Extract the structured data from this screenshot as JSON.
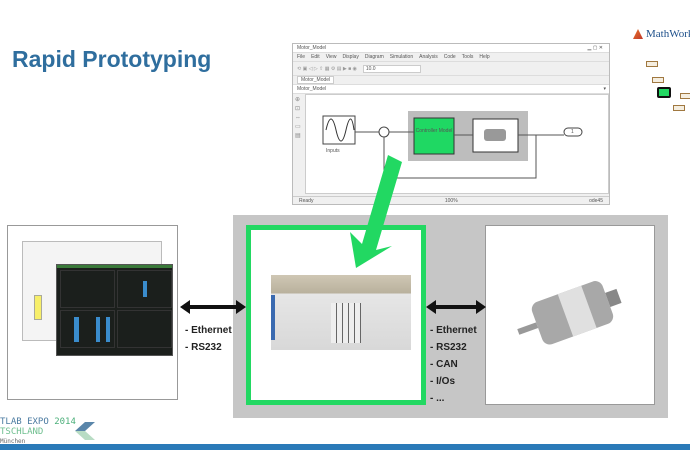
{
  "slide": {
    "title": "Rapid Prototyping",
    "logo_text": "MathWorks",
    "footer": {
      "line1a": "TLAB EXPO",
      "line1b": "2014",
      "line2": "TSCHLAND",
      "line3": "München"
    }
  },
  "simulink": {
    "window_title": "Motor_Model",
    "menu": [
      "File",
      "Edit",
      "View",
      "Display",
      "Diagram",
      "Simulation",
      "Analysis",
      "Code",
      "Tools",
      "Help"
    ],
    "stop_time": "10.0",
    "tab": "Motor_Model",
    "address": "Motor_Model",
    "blocks": {
      "inputs": "Inputs",
      "controller": "Controller Model",
      "outport": "1"
    },
    "status": {
      "left": "Ready",
      "zoom": "100%",
      "solver": "ode45"
    }
  },
  "left_links": [
    "- Ethernet",
    "- RS232"
  ],
  "right_links": [
    "- Ethernet",
    "- RS232",
    "- CAN",
    "- I/Os",
    "- ..."
  ],
  "colors": {
    "accent_green": "#22d862",
    "title_blue": "#2f6e9e",
    "bar_blue": "#2a7ab8"
  }
}
